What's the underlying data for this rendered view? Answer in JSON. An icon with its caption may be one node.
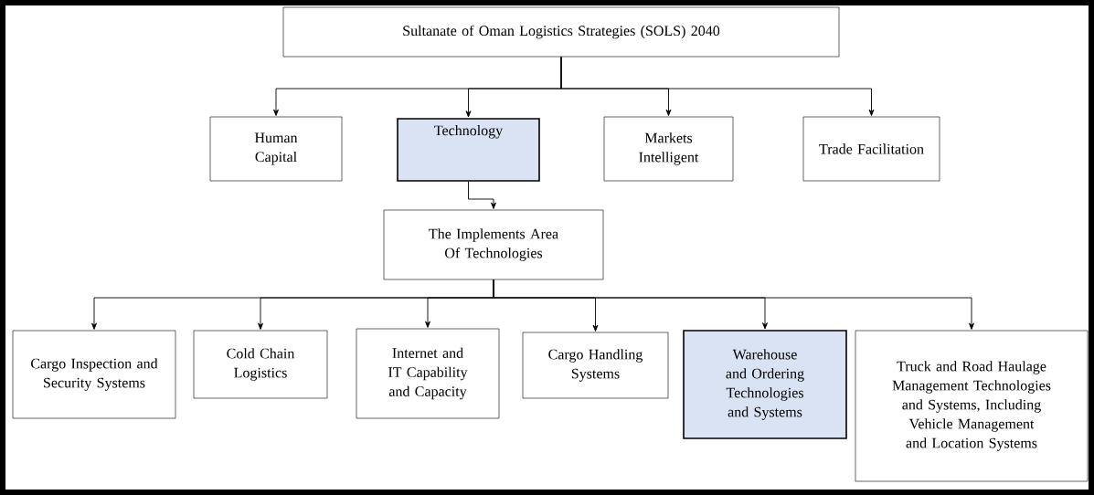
{
  "diagram": {
    "nodes": [
      {
        "text": [
          "Sultanate of Oman Logistics Strategies (SOLS) 2040"
        ]
      },
      {
        "text": [
          "Human Capital"
        ]
      },
      {
        "text": [
          "Technology"
        ]
      },
      {
        "text": [
          "Markets Intelligent"
        ]
      },
      {
        "text": [
          "Trade Facilitation"
        ]
      },
      {
        "text": [
          "The Implements Area Of Technologies"
        ]
      },
      {
        "text": [
          "Cargo Inspection and Security Systems"
        ]
      },
      {
        "text": [
          "Cold Chain Logistics"
        ]
      },
      {
        "text": [
          "Internet and IT Capability and Capacity"
        ]
      },
      {
        "text": [
          "Cargo Handling Systems"
        ]
      },
      {
        "text": [
          "Warehouse and Ordering Technologies and Systems"
        ]
      },
      {
        "text": [
          "Truck and Road Haulage Management Technologies and Systems, Including Vehicle Management and Location Systems"
        ]
      }
    ],
    "edges": [
      {
        "from": 0,
        "to": 1,
        "arrow": "to"
      },
      {
        "from": 0,
        "to": 2,
        "arrow": "to"
      },
      {
        "from": 0,
        "to": 3,
        "arrow": "to"
      },
      {
        "from": 0,
        "to": 4,
        "arrow": "to"
      },
      {
        "from": 2,
        "to": 5,
        "arrow": "to"
      },
      {
        "from": 5,
        "to": 6,
        "arrow": "to"
      },
      {
        "from": 5,
        "to": 7,
        "arrow": "to"
      },
      {
        "from": 5,
        "to": 8,
        "arrow": "to"
      },
      {
        "from": 5,
        "to": 9,
        "arrow": "to"
      },
      {
        "from": 5,
        "to": 10,
        "arrow": "to"
      },
      {
        "from": 5,
        "to": 11,
        "arrow": "to"
      }
    ]
  }
}
